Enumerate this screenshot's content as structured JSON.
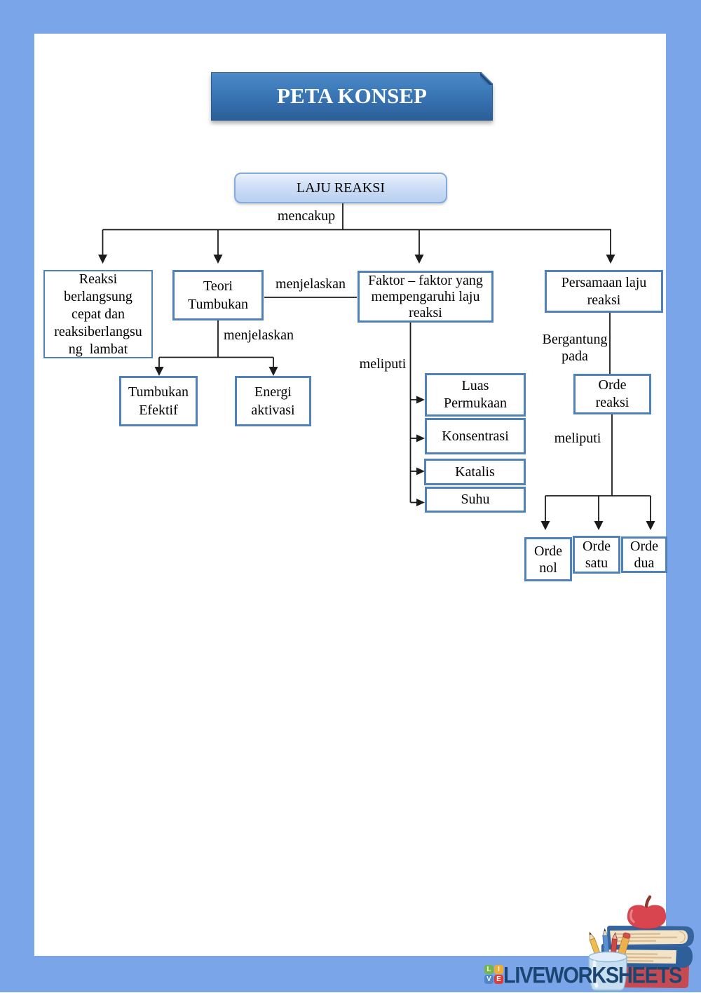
{
  "title_banner": {
    "text": "PETA KONSEP"
  },
  "root_node": {
    "label": "LAJU REAKSI"
  },
  "connector_labels": {
    "mencakup": "mencakup",
    "menjelaskan_between": "menjelaskan",
    "menjelaskan_down": "menjelaskan",
    "meliputi_factors": "meliputi",
    "bergantung_pada": "Bergantung\npada",
    "meliputi_orde": "meliputi"
  },
  "nodes": {
    "reaksi_cepat_lambat": "Reaksi\nberlangsung\ncepat dan\nreaksiberlangsu\nng  lambat",
    "teori_tumbukan": "Teori\nTumbukan",
    "faktor": "Faktor – faktor yang\nmempengaruhi laju\nreaksi",
    "persamaan_laju": "Persamaan laju\nreaksi",
    "tumbukan_efektif": "Tumbukan\nEfektif",
    "energi_aktivasi": "Energi\naktivasi",
    "luas_permukaan": "Luas\nPermukaan",
    "konsentrasi": "Konsentrasi",
    "katalis": "Katalis",
    "suhu": "Suhu",
    "orde_reaksi": "Orde\nreaksi",
    "orde_nol": "Orde\nnol",
    "orde_satu": "Orde\nsatu",
    "orde_dua": "Orde\ndua"
  },
  "footer": {
    "brand": "LIVEWORKSHEETS",
    "logo_letters": {
      "l": "L",
      "i": "I",
      "v": "V",
      "e": "E"
    },
    "logo_colors": {
      "l": "#72b844",
      "i": "#f2ab2f",
      "v": "#4d86c9",
      "e": "#e23b35"
    },
    "brand_color": "#1c4770"
  },
  "colors": {
    "background": "#7ba5e9",
    "paper": "#ffffff",
    "box_border": "#4f81bd",
    "banner_dark": "#2f68a2",
    "banner_light": "#5e94ce"
  }
}
